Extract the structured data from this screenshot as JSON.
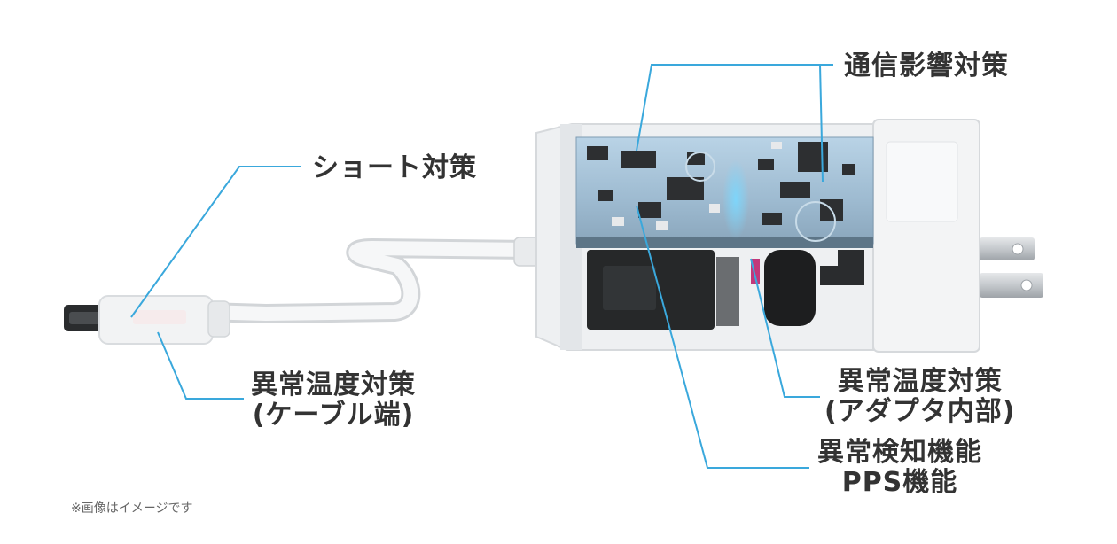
{
  "callouts": {
    "communication": "通信影響対策",
    "short": "ショート対策",
    "cable_temp_title": "異常温度対策",
    "cable_temp_sub": "(ケーブル端)",
    "adapter_temp_title": "異常温度対策",
    "adapter_temp_sub": "(アダプタ内部)",
    "detection": "異常検知機能",
    "pps": "PPS機能"
  },
  "note": "※画像はイメージです",
  "colors": {
    "callout_line": "#3aa8dc",
    "label_text": "#333333",
    "housing": "#eef0f2",
    "pcb": "#9ebfd6",
    "component_dark": "#232323",
    "plug_metal": "#c9ccd0"
  }
}
